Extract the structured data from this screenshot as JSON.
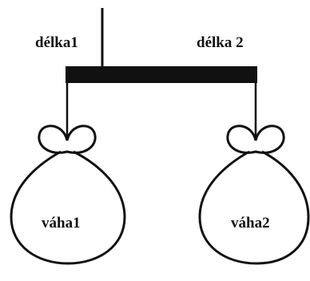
{
  "labels": {
    "length_left": "délka1",
    "length_right": "délka 2",
    "weight_left": "váha1",
    "weight_right": "váha2"
  },
  "colors": {
    "ink": "#111111",
    "background": "#ffffff"
  }
}
